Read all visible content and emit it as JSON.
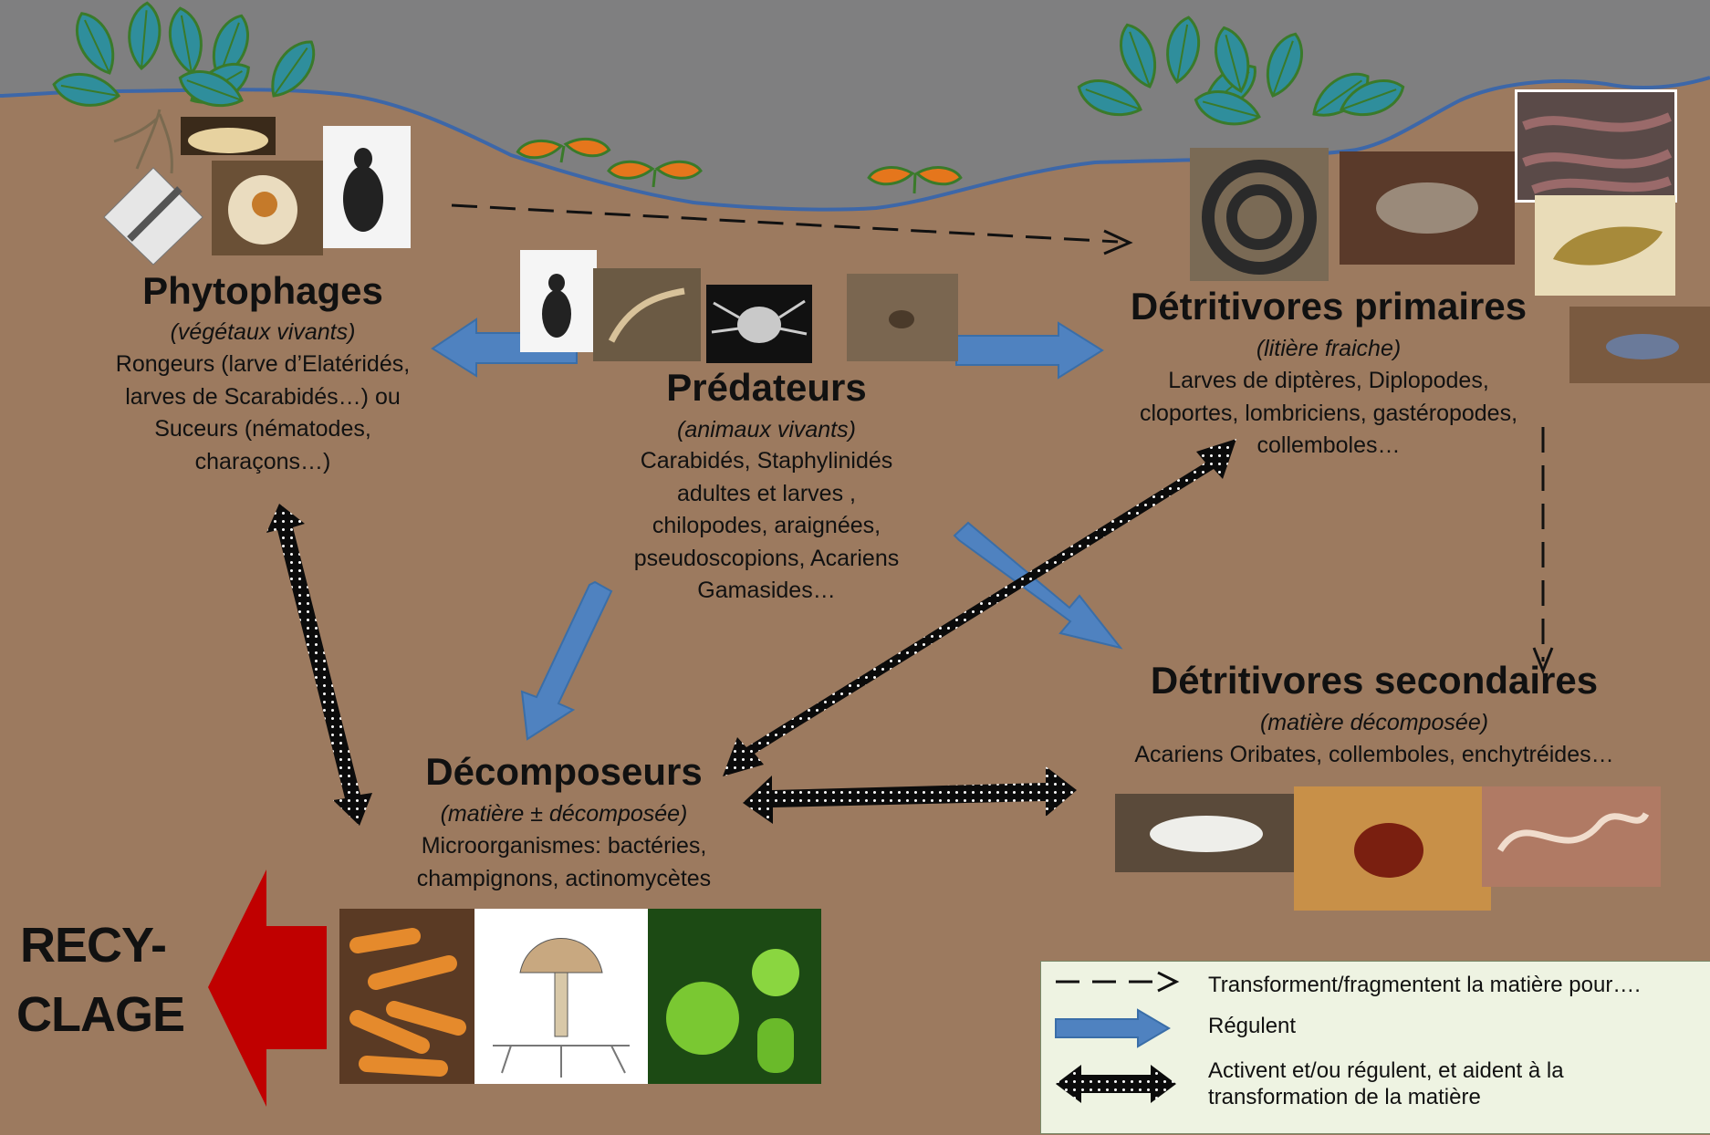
{
  "colors": {
    "sky": "#7f7f80",
    "soil": "#9c7a5f",
    "ground_line": "#3d67a8",
    "regulate_arrow": "#4f82c0",
    "activate_arrow": "#0b0b0b",
    "recycle_arrow": "#c00000",
    "leaf_blue": "#2f8e9c",
    "leaf_orange": "#e5761c",
    "legend_bg": "#eef3e2"
  },
  "groups": {
    "phytophages": {
      "title": "Phytophages",
      "subtitle": "(végétaux vivants)",
      "lines": [
        "Rongeurs (larve d’Elatéridés,",
        "larves de Scarabidés…) ou",
        "Suceurs (nématodes,",
        "charaçons…)"
      ]
    },
    "predateurs": {
      "title": "Prédateurs",
      "subtitle": "(animaux vivants)",
      "lines": [
        "Carabidés, Staphylinidés",
        "adultes et larves ,",
        "chilopodes, araignées,",
        "pseudoscopions, Acariens",
        "Gamasides…"
      ]
    },
    "detritivores_primaires": {
      "title": "Détritivores primaires",
      "subtitle": "(litière fraiche)",
      "lines": [
        "Larves de diptères, Diplopodes,",
        "cloportes, lombriciens, gastéropodes,",
        "collemboles…"
      ]
    },
    "detritivores_secondaires": {
      "title": "Détritivores secondaires",
      "subtitle": "(matière décomposée)",
      "lines": [
        "Acariens Oribates, collemboles, enchytréides…"
      ]
    },
    "decomposeurs": {
      "title": "Décomposeurs",
      "subtitle": "(matière ± décomposée)",
      "lines": [
        "Microorganismes: bactéries,",
        "champignons, actinomycètes"
      ]
    }
  },
  "recycle": {
    "line1": "RECY-",
    "line2": "CLAGE"
  },
  "legend": {
    "dashed": "Transforment/fragmentent la matière pour….",
    "blue": "Régulent",
    "black_line1": "Activent et/ou régulent, et aident à la",
    "black_line2": "transformation de la matière"
  },
  "icons": {
    "phytophage_photos": [
      "wireworm-larva-photo",
      "white-grub-photo",
      "beetle-larva-photo",
      "weevil-photo"
    ],
    "predateur_photos": [
      "ground-beetle-photo",
      "centipede-photo",
      "predatory-mite-photo",
      "spider-photo"
    ],
    "detritivore_primaire_photos": [
      "millipede-photo",
      "woodlouse-photo",
      "earthworms-photo",
      "slug-photo",
      "springtail-photo"
    ],
    "detritivore_secondaire_photos": [
      "white-springtail-photo",
      "oribatid-mite-photo",
      "enchytraeid-worm-photo"
    ],
    "decomposeur_photos": [
      "bacteria-photo",
      "fungus-diagram-photo",
      "green-microbes-photo"
    ]
  }
}
